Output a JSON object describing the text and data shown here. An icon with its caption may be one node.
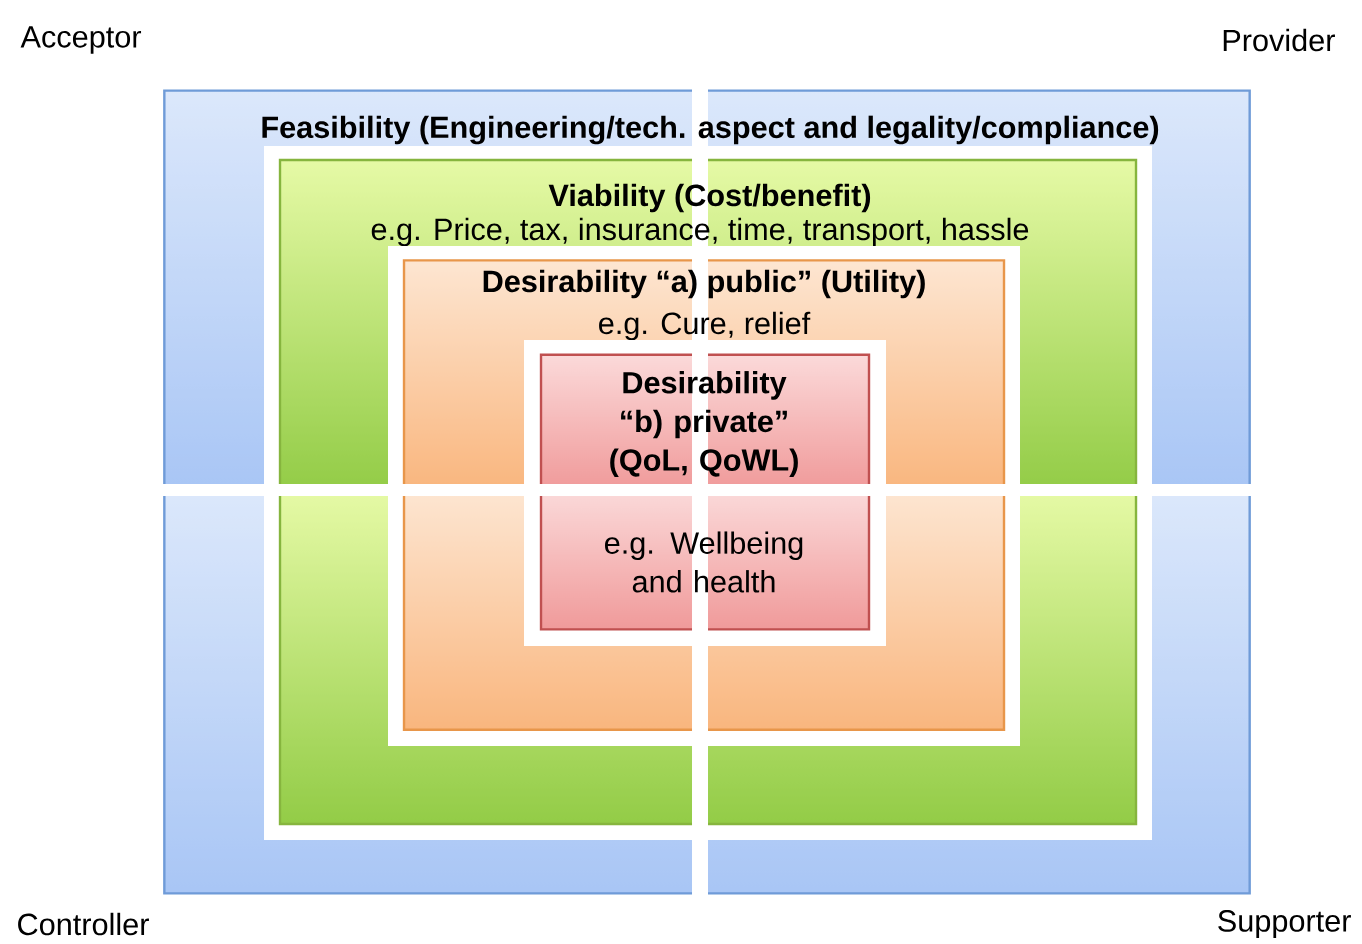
{
  "diagram": {
    "nodes": [
      {
        "text": [
          "Feasibility (Engineering/tech. aspect and legality/compliance)"
        ]
      },
      {
        "text": [
          "Viability (Cost/benefit)",
          "e.g. Price, tax, insurance, time, transport, hassle"
        ],
        "in": 0
      },
      {
        "text": [
          "Desirability “a) public” (Utility)",
          "e.g. Cure, relief"
        ],
        "in": 1
      },
      {
        "text": [
          "Desirability “b) private” (QoL, QoWL)",
          "e.g. Wellbeing and health"
        ],
        "in": 2
      }
    ],
    "labels": [
      "Acceptor",
      "Provider",
      "Controller",
      "Supporter"
    ]
  }
}
